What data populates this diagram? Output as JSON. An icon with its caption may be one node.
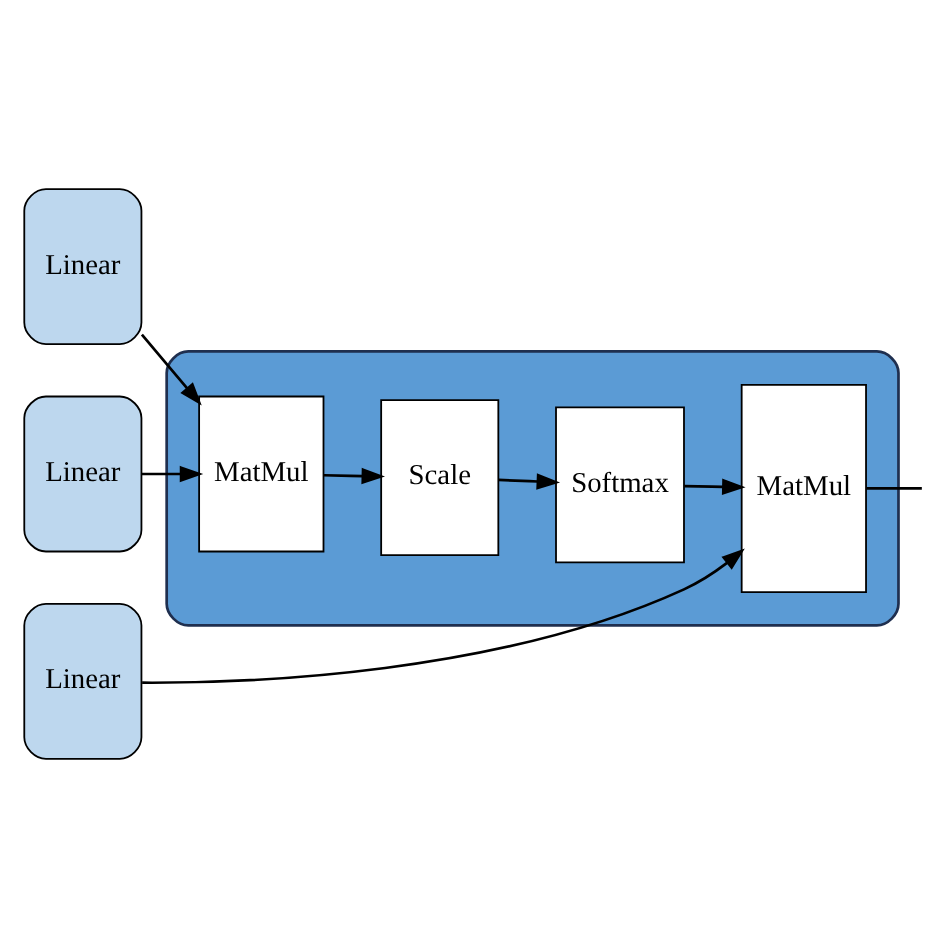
{
  "diagram": {
    "nodes": [
      {
        "text": [
          "Linear"
        ]
      },
      {
        "text": [
          "Linear"
        ]
      },
      {
        "text": [
          "Linear"
        ]
      },
      {
        "text": [],
        "shape": "box"
      },
      {
        "text": [
          "MatMul"
        ],
        "in": 3
      },
      {
        "text": [
          "Scale"
        ],
        "in": 3
      },
      {
        "text": [
          "Softmax"
        ],
        "in": 3
      },
      {
        "text": [
          "MatMul"
        ],
        "in": 3
      }
    ],
    "edges": [
      {
        "from": 0,
        "to": 4,
        "arrow": "to"
      },
      {
        "from": 1,
        "to": 4,
        "arrow": "to"
      },
      {
        "from": 4,
        "to": 5,
        "arrow": "to"
      },
      {
        "from": 5,
        "to": 6,
        "arrow": "to"
      },
      {
        "from": 6,
        "to": 7,
        "arrow": "to"
      },
      {
        "from": 2,
        "to": 7,
        "arrow": "to"
      },
      {
        "from": 7,
        "to": null,
        "arrow": "none"
      }
    ]
  }
}
